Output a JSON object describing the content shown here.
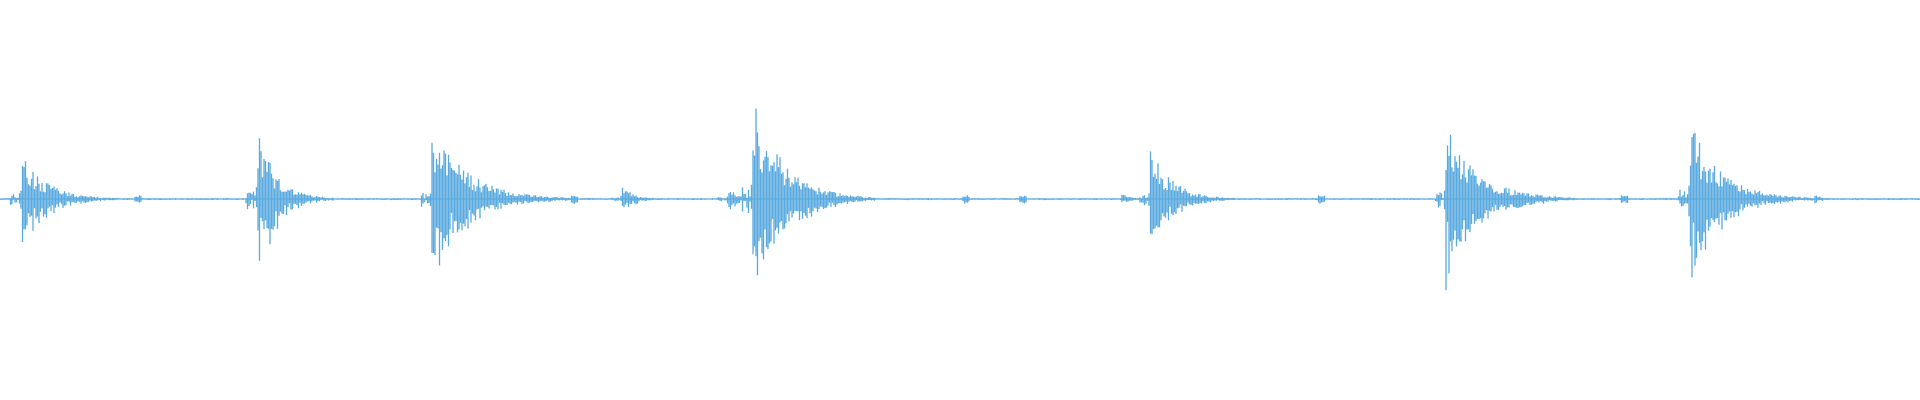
{
  "waveform": {
    "color": "#5aaae0",
    "background": "#ffffff",
    "baseline_level": 0.0,
    "noise_floor": 0.006,
    "peak_scale": 1.0,
    "transients": [
      {
        "position": 0.011,
        "amplitude": 0.46,
        "decay": 0.013
      },
      {
        "position": 0.134,
        "amplitude": 0.72,
        "decay": 0.01
      },
      {
        "position": 0.225,
        "amplitude": 0.75,
        "decay": 0.018
      },
      {
        "position": 0.324,
        "amplitude": 0.15,
        "decay": 0.006
      },
      {
        "position": 0.379,
        "amplitude": 0.17,
        "decay": 0.004
      },
      {
        "position": 0.392,
        "amplitude": 1.0,
        "decay": 0.016
      },
      {
        "position": 0.584,
        "amplitude": 0.07,
        "decay": 0.004
      },
      {
        "position": 0.599,
        "amplitude": 0.53,
        "decay": 0.011
      },
      {
        "position": 0.753,
        "amplitude": 0.73,
        "decay": 0.017
      },
      {
        "position": 0.88,
        "amplitude": 0.78,
        "decay": 0.016
      },
      {
        "position": 0.945,
        "amplitude": 0.05,
        "decay": 0.004
      }
    ],
    "small_blips": [
      0.072,
      0.299,
      0.503,
      0.533,
      0.688,
      0.846
    ]
  }
}
